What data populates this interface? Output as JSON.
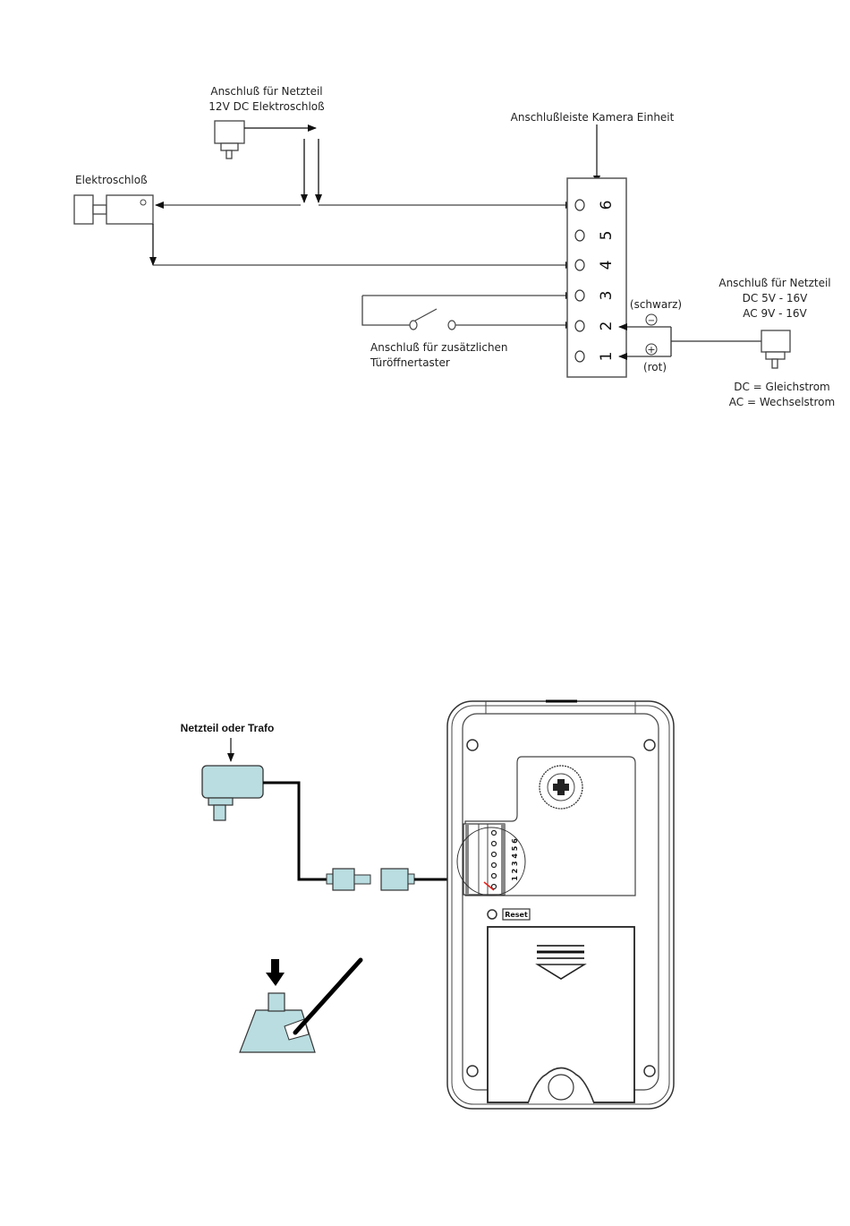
{
  "diagram_top": {
    "title": "Anschlußleiste Kamera Einheit",
    "lock_psu_label": [
      "Anschluß für Netzteil",
      "12V DC Elektroschloß"
    ],
    "lock_label": "Elektroschloß",
    "button_label": [
      "Anschluß für zusätzlichen",
      "Türöffnertaster"
    ],
    "main_psu_label": [
      "Anschluß für Netzteil",
      "DC 5V - 16V",
      "AC 9V - 16V"
    ],
    "polarity": {
      "negative_label": "(schwarz)",
      "negative_symbol": "−",
      "positive_label": "(rot)",
      "positive_symbol": "+"
    },
    "legend": [
      "DC = Gleichstrom",
      "AC = Wechselstrom"
    ],
    "terminals": [
      "6",
      "5",
      "4",
      "3",
      "2",
      "1"
    ]
  },
  "diagram_bottom": {
    "psu_label": "Netzteil oder Trafo",
    "terminal_numbers": "1 2 3 4 5 6",
    "reset_label": "Reset",
    "colors": {
      "adapter_fill": "#b9dde0",
      "wire": "#000000",
      "outline": "#333333",
      "red_wire": "#e0201a"
    }
  }
}
